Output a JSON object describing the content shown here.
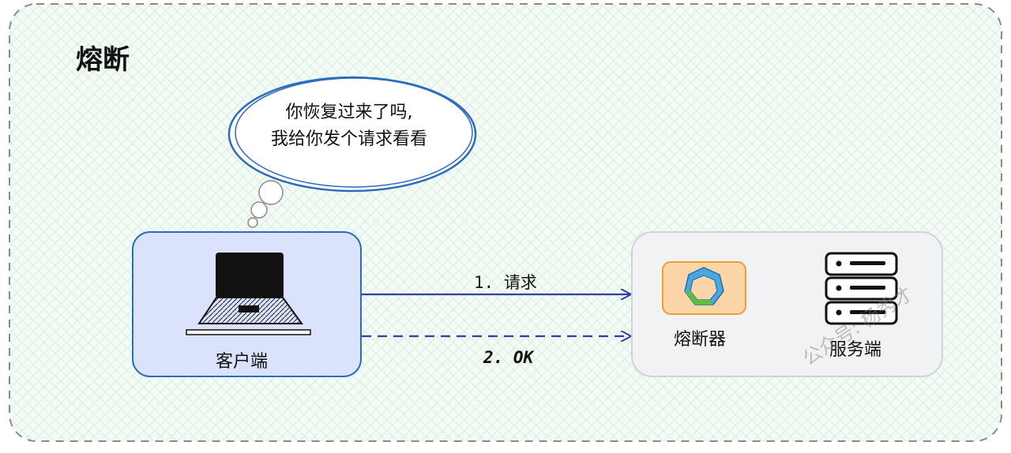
{
  "title": "熔断",
  "bubble": {
    "line1": "你恢复过来了吗,",
    "line2": "我给你发个请求看看"
  },
  "client": {
    "label": "客户端"
  },
  "arrows": {
    "request_label": "1. 请求",
    "response_label": "2. OK"
  },
  "server_group": {
    "breaker_label": "熔断器",
    "server_label": "服务端"
  },
  "watermark": "公众号: 杨秀才",
  "colors": {
    "frame_border": "#8a8a8a",
    "client_fill": "#dae3fb",
    "client_border": "#2d6bbd",
    "arrow_color": "#2e3fa8",
    "server_group_fill": "#f1f2f4",
    "server_group_border": "#cfd2d7",
    "breaker_fill": "#fbd5a8",
    "breaker_border": "#f0a030",
    "bubble_stroke": "#2d6bbd"
  },
  "icons": {
    "client": "laptop-icon",
    "breaker": "heptagon-ring-icon",
    "server": "server-rack-icon"
  }
}
